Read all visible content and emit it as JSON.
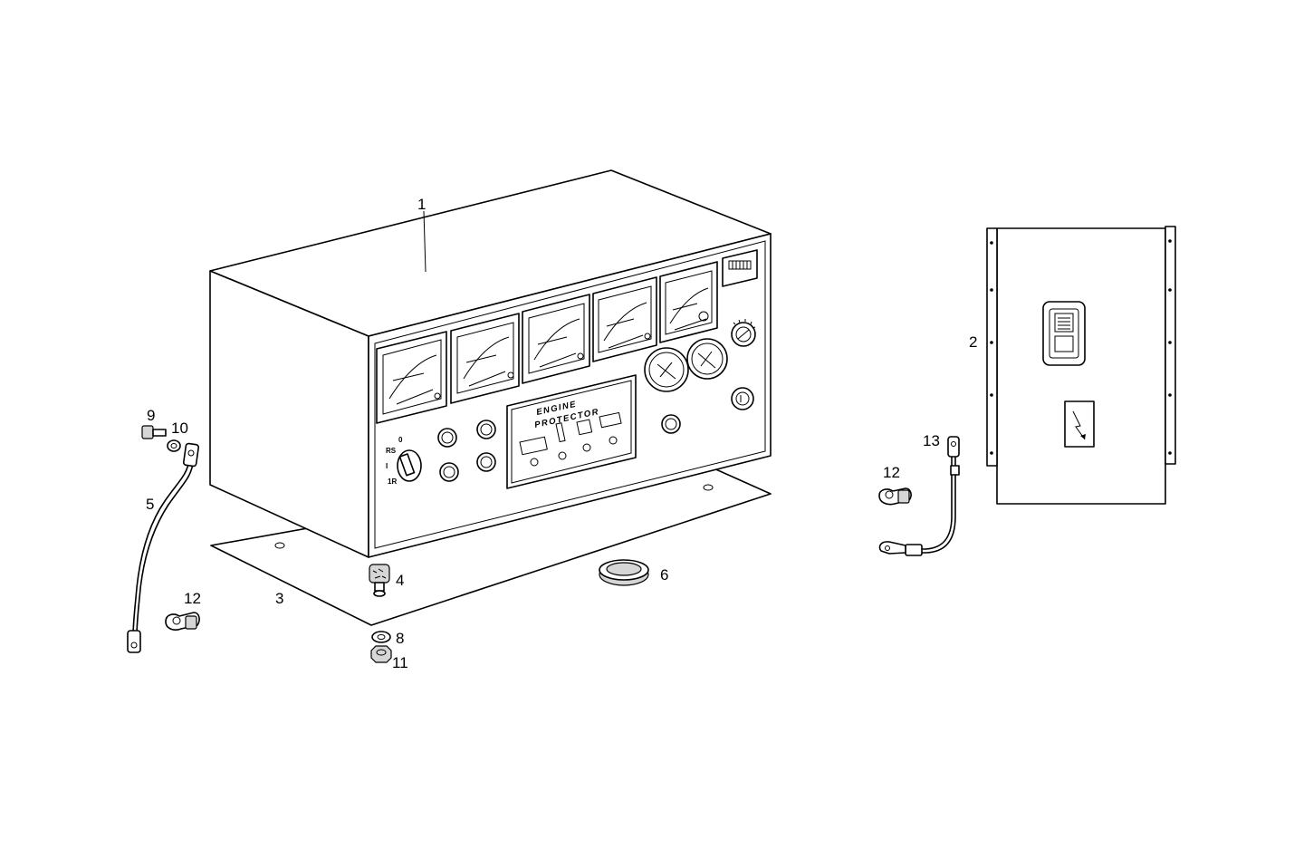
{
  "callouts": [
    {
      "id": "c1",
      "text": "1"
    },
    {
      "id": "c2",
      "text": "2"
    },
    {
      "id": "c3",
      "text": "3"
    },
    {
      "id": "c4",
      "text": "4"
    },
    {
      "id": "c5",
      "text": "5"
    },
    {
      "id": "c6",
      "text": "6"
    },
    {
      "id": "c8",
      "text": "8"
    },
    {
      "id": "c9",
      "text": "9"
    },
    {
      "id": "c10",
      "text": "10"
    },
    {
      "id": "c11",
      "text": "11"
    },
    {
      "id": "c12a",
      "text": "12"
    },
    {
      "id": "c12b",
      "text": "12"
    },
    {
      "id": "c13",
      "text": "13"
    }
  ],
  "panel_plate": {
    "line1": "ENGINE",
    "line2": "PROTECTOR"
  },
  "selector_labels": {
    "top": "0",
    "left_upper": "RS",
    "left_mid": "I",
    "left_lower": "1R"
  }
}
